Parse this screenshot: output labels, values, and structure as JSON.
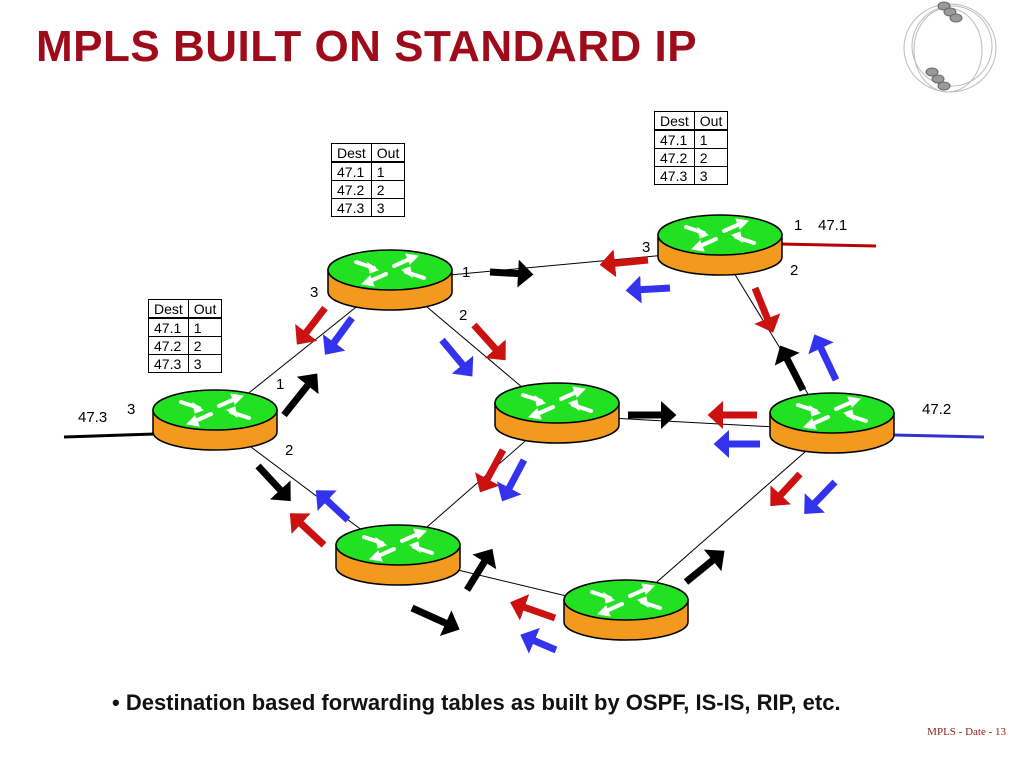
{
  "title": "MPLS BUILT ON STANDARD IP",
  "bullet": "• Destination based forwarding tables as built by OSPF, IS-IS, RIP, etc.",
  "footer": "MPLS  - Date - 13",
  "tables": [
    {
      "header": [
        "Dest",
        "Out"
      ],
      "rows": [
        [
          "47.1",
          "1"
        ],
        [
          "47.2",
          "2"
        ],
        [
          "47.3",
          "3"
        ]
      ]
    },
    {
      "header": [
        "Dest",
        "Out"
      ],
      "rows": [
        [
          "47.1",
          "1"
        ],
        [
          "47.2",
          "2"
        ],
        [
          "47.3",
          "3"
        ]
      ]
    },
    {
      "header": [
        "Dest",
        "Out"
      ],
      "rows": [
        [
          "47.1",
          "1"
        ],
        [
          "47.2",
          "2"
        ],
        [
          "47.3",
          "3"
        ]
      ]
    }
  ],
  "networks": {
    "n1": "47.1",
    "n2": "47.2",
    "n3": "47.3"
  },
  "ports": {
    "left_1": "1",
    "left_2": "2",
    "left_3": "3",
    "top_1": "1",
    "top_2": "2",
    "top_3": "3",
    "tr_1": "1",
    "tr_2": "2",
    "tr_3": "3"
  },
  "colors": {
    "title": "#9e0b1a",
    "router_top": "#22e022",
    "router_body": "#f39a1e",
    "red_arrow": "#cc1111",
    "blue_arrow": "#3333ee",
    "black_arrow": "#000000"
  }
}
